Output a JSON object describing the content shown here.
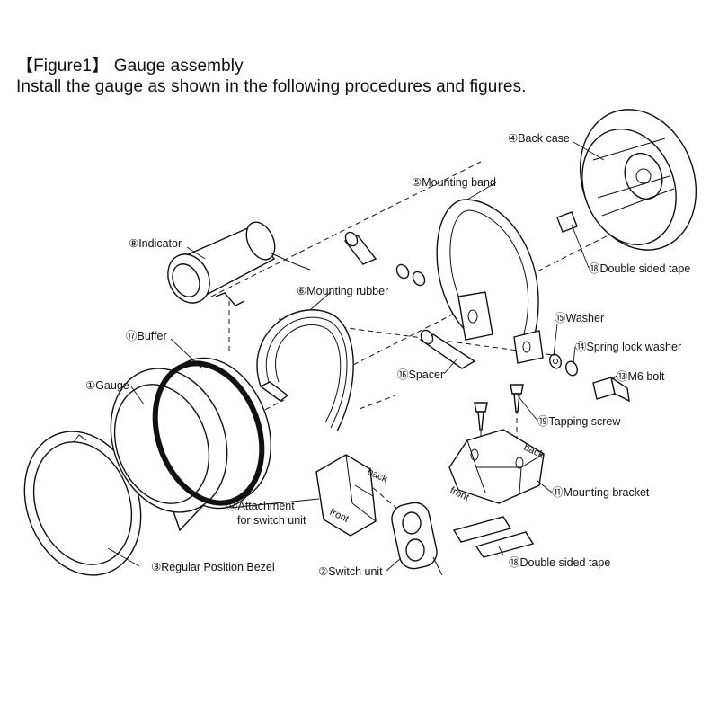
{
  "header": {
    "title": "【Figure1】 Gauge assembly",
    "subtitle": "Install the gauge as shown in the following procedures and figures."
  },
  "parts": {
    "gauge": "①Gauge",
    "switch_unit": "②Switch unit",
    "bezel": "③Regular Position Bezel",
    "back_case": "④Back case",
    "mounting_band": "⑤Mounting band",
    "mounting_rubber": "⑥Mounting rubber",
    "indicator": "⑧Indicator",
    "mounting_bracket": "⑪Mounting bracket",
    "attachment_line1": "⑫Attachment",
    "attachment_line2": "for switch unit",
    "m6_bolt": "⑬M6 bolt",
    "spring_lock_washer": "⑭Spring lock washer",
    "washer": "⑮Washer",
    "spacer": "⑯Spacer",
    "buffer": "⑰Buffer",
    "double_sided_tape_top": "⑱Double sided tape",
    "double_sided_tape_bottom": "⑱Double sided tape",
    "tapping_screw": "⑲Tapping screw"
  },
  "orientation_marks": {
    "attachment_back": "back",
    "attachment_front": "front",
    "bracket_back": "back",
    "bracket_front": "front"
  }
}
